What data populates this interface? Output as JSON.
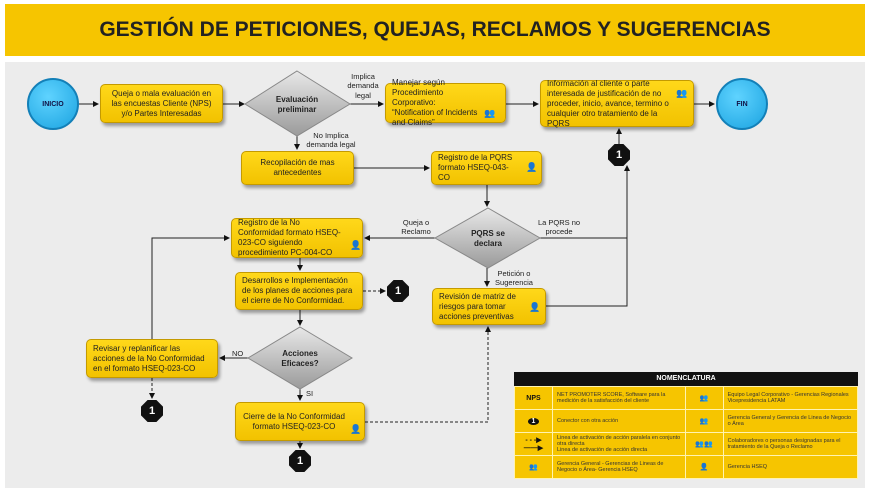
{
  "title": "GESTIÓN DE PETICIONES, QUEJAS, RECLAMOS Y SUGERENCIAS",
  "nodes": {
    "inicio": "INICIO",
    "fin": "FIN",
    "queja": "Queja o mala evaluación en las encuestas Cliente (NPS) y/o Partes Interesadas",
    "evaluacion": "Evaluación preliminar",
    "manejar": "Manejar según Procedimiento Corporativo: “Notification of Incidents and Claims”",
    "informacion": "Información al cliente o parte interesada de justificación de no proceder, inicio, avance, termino o cualquier otro tratamiento  de la PQRS",
    "recopilacion": "Recopilación de mas antecedentes",
    "registro_pqrs": "Registro de la PQRS formato HSEQ-043-CO",
    "pqrs_declara": "PQRS se declara",
    "registro_nc": "Registro de la  No Conformidad formato HSEQ-023-CO siguiendo procedimiento PC-004-CO",
    "desarrollos": "Desarrollos e Implementación de los planes de acciones para el cierre de No Conformidad.",
    "revision": "Revisión de matriz de riesgos para tomar acciones preventivas",
    "acciones": "Acciones Eficaces?",
    "revisar": "Revisar y replanificar las acciones de la No Conformidad en el formato HSEQ-023-CO",
    "cierre": "Cierre de la No Conformidad formato HSEQ-023-CO",
    "connector": "1"
  },
  "labels": {
    "implica": "Implica demanda legal",
    "no_implica": "No Implica demanda legal",
    "queja_reclamo": "Queja o Reclamo",
    "no_procede": "La PQRS no procede",
    "peticion": "Petición o Sugerencia",
    "no": "NO",
    "si": "SI"
  },
  "legend": {
    "header": "NOMENCLATURA",
    "rows": [
      {
        "sym1": "NPS",
        "text1": "NET PROMOTER SCORE, Software para la medición de la satisfacción del cliente",
        "text2": "Equipo Legal Corporativo - Gerencias Regionales Vicepresidencia LATAM"
      },
      {
        "sym1": "1",
        "text1": "Conector con otra acción",
        "text2": "Gerencia General y Gerencia de Linea de Negocio o Área"
      },
      {
        "text1a": "Linea de activación de acción paralela en conjunto otra directa",
        "text1b": "Linea de activación de acción directa",
        "text2": "Colaboradores o personas designadas  para el tratamiento de la Queja o Reclamo"
      },
      {
        "text1": "Gerencia General  - Gerencias de Lineas de Negocio o Área- Gerencia HSEQ",
        "text2": "Gerencia HSEQ"
      }
    ]
  },
  "colors": {
    "yellow": "#f6c500",
    "blue": "#1ba3e0",
    "panel": "#ececec"
  }
}
